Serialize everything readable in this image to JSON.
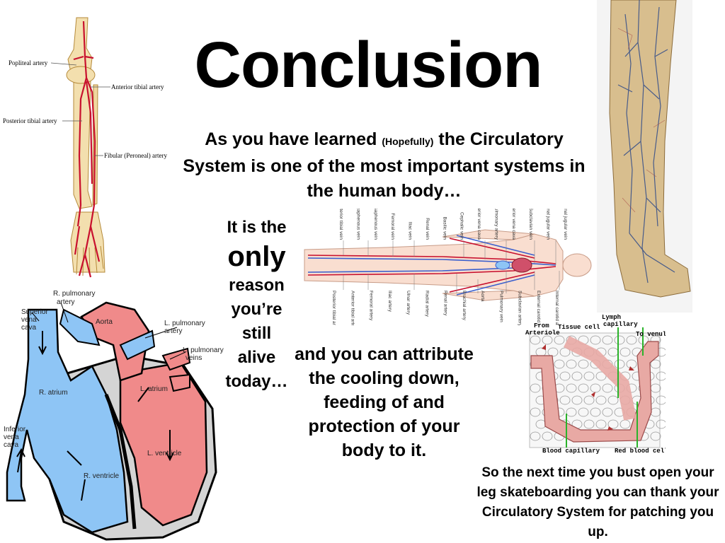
{
  "title": "Conclusion",
  "intro": {
    "part1": "As you have learned ",
    "aside": "(Hopefully)",
    "part2": " the Circulatory System is one of the most important systems in the human body…"
  },
  "only_block": {
    "line1": "It is the",
    "emph": "only",
    "rest1": "reason",
    "rest2": "you’re",
    "rest3": "still",
    "rest4": "alive",
    "rest5": "today…"
  },
  "attribute_text": "and you can attribute the cooling down, feeding of and protection of your body to it.",
  "closing_text": "So the next time you bust open your leg skateboarding you can thank your Circulatory System for patching you up.",
  "leg_diagram": {
    "labels": {
      "popliteal": "Popliteal artery",
      "anterior_tibial": "Anterior tibial artery",
      "posterior_tibial": "Posterior tibial artery",
      "fibular": "Fibular (Peroneal) artery"
    }
  },
  "heart_diagram": {
    "labels": {
      "r_pulmonary_1": "R. pulmonary",
      "r_pulmonary_2": "artery",
      "superior_1": "Superior",
      "superior_2": "vena",
      "superior_3": "cava",
      "aorta": "Aorta",
      "l_pulm_artery_1": "L. pulmonary",
      "l_pulm_artery_2": "artery",
      "l_pulm_veins_1": "L. pulmonary",
      "l_pulm_veins_2": "veins",
      "r_atrium": "R. atrium",
      "l_atrium": "L. atrium",
      "inferior_1": "Inferior",
      "inferior_2": "vena",
      "inferior_3": "cava",
      "l_ventricle": "L. ventricle",
      "r_ventricle": "R. ventricle"
    }
  },
  "capillary_diagram": {
    "labels": {
      "lymph_1": "Lymph",
      "lymph_2": "capillary",
      "from": "From",
      "arteriole": "Arteriole",
      "tissue_cell": "Tissue cell",
      "to_venule": "To venule",
      "blood_capillary": "Blood capillary",
      "red_blood_cell": "Red blood cell"
    }
  },
  "body_diagram": {
    "labels_top": [
      "Anterior tibial vein",
      "Small saphenous vein",
      "Great saphenous vein",
      "Femoral vein",
      "Iliac vein",
      "Renal vein",
      "Basilic vein",
      "Cephalic vein",
      "Inferior vena cava",
      "Pulmonary artery",
      "Superior vena cava",
      "Subclavian vein",
      "Internal jugular vein",
      "External jugular vein"
    ],
    "labels_bottom": [
      "Posterior tibial artery",
      "Anterior tibial artery",
      "Femoral artery",
      "Iliac artery",
      "Ulnar artery",
      "Radial artery",
      "Renal artery",
      "Brachial artery",
      "Aorta",
      "Pulmonary vein",
      "Subclavian artery",
      "External carotid artery",
      "Internal carotid artery"
    ]
  },
  "colors": {
    "artery": "#c8102e",
    "vein": "#3a5fcd",
    "heart_red": "#f08a8a",
    "heart_blue": "#8ec5f5"
  }
}
